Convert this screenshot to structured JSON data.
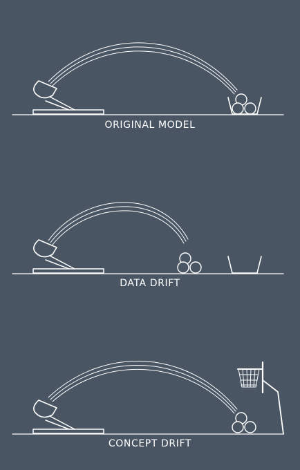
{
  "scenes": [
    {
      "label": "ORIGINAL MODEL"
    },
    {
      "label": "DATA DRIFT"
    },
    {
      "label": "CONCEPT DRIFT"
    }
  ],
  "colors": {
    "background": "#4a5563",
    "line": "#ffffff"
  },
  "icons": [
    "catapult-icon",
    "arc-trajectory-icon",
    "balls-icon",
    "bucket-icon",
    "basketball-hoop-icon"
  ]
}
